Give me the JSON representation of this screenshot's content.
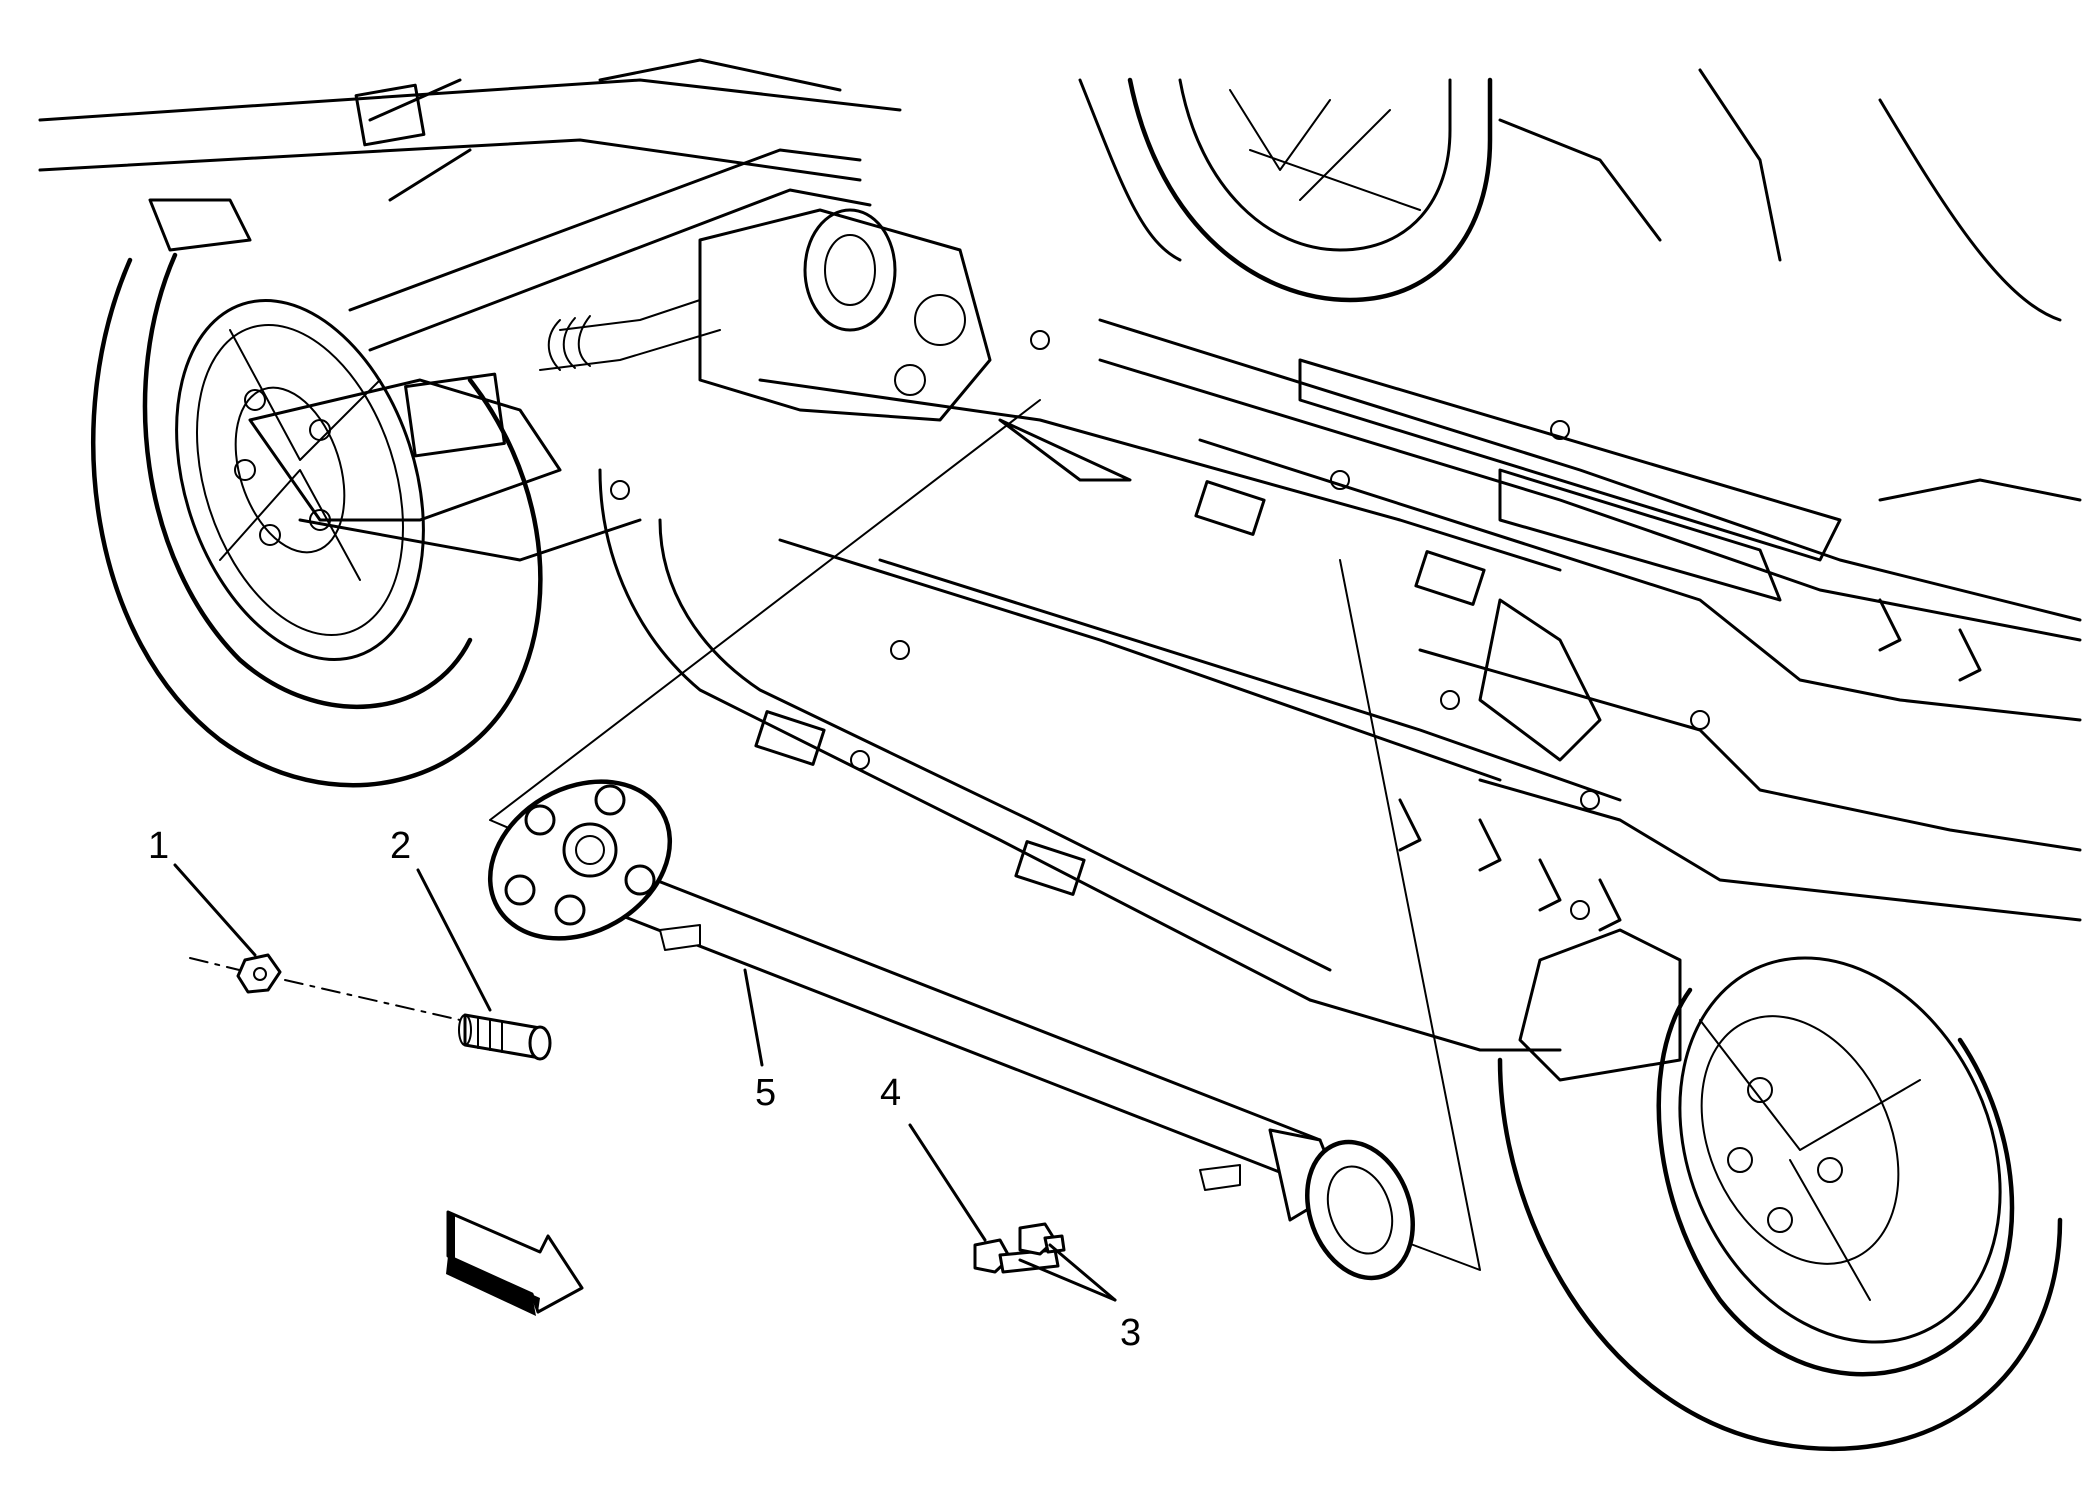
{
  "diagram": {
    "callouts": [
      {
        "id": "1",
        "label": "1"
      },
      {
        "id": "2",
        "label": "2"
      },
      {
        "id": "3",
        "label": "3"
      },
      {
        "id": "4",
        "label": "4"
      },
      {
        "id": "5",
        "label": "5"
      }
    ],
    "icons": {
      "direction_arrow": "front-direction-arrow-icon"
    }
  }
}
